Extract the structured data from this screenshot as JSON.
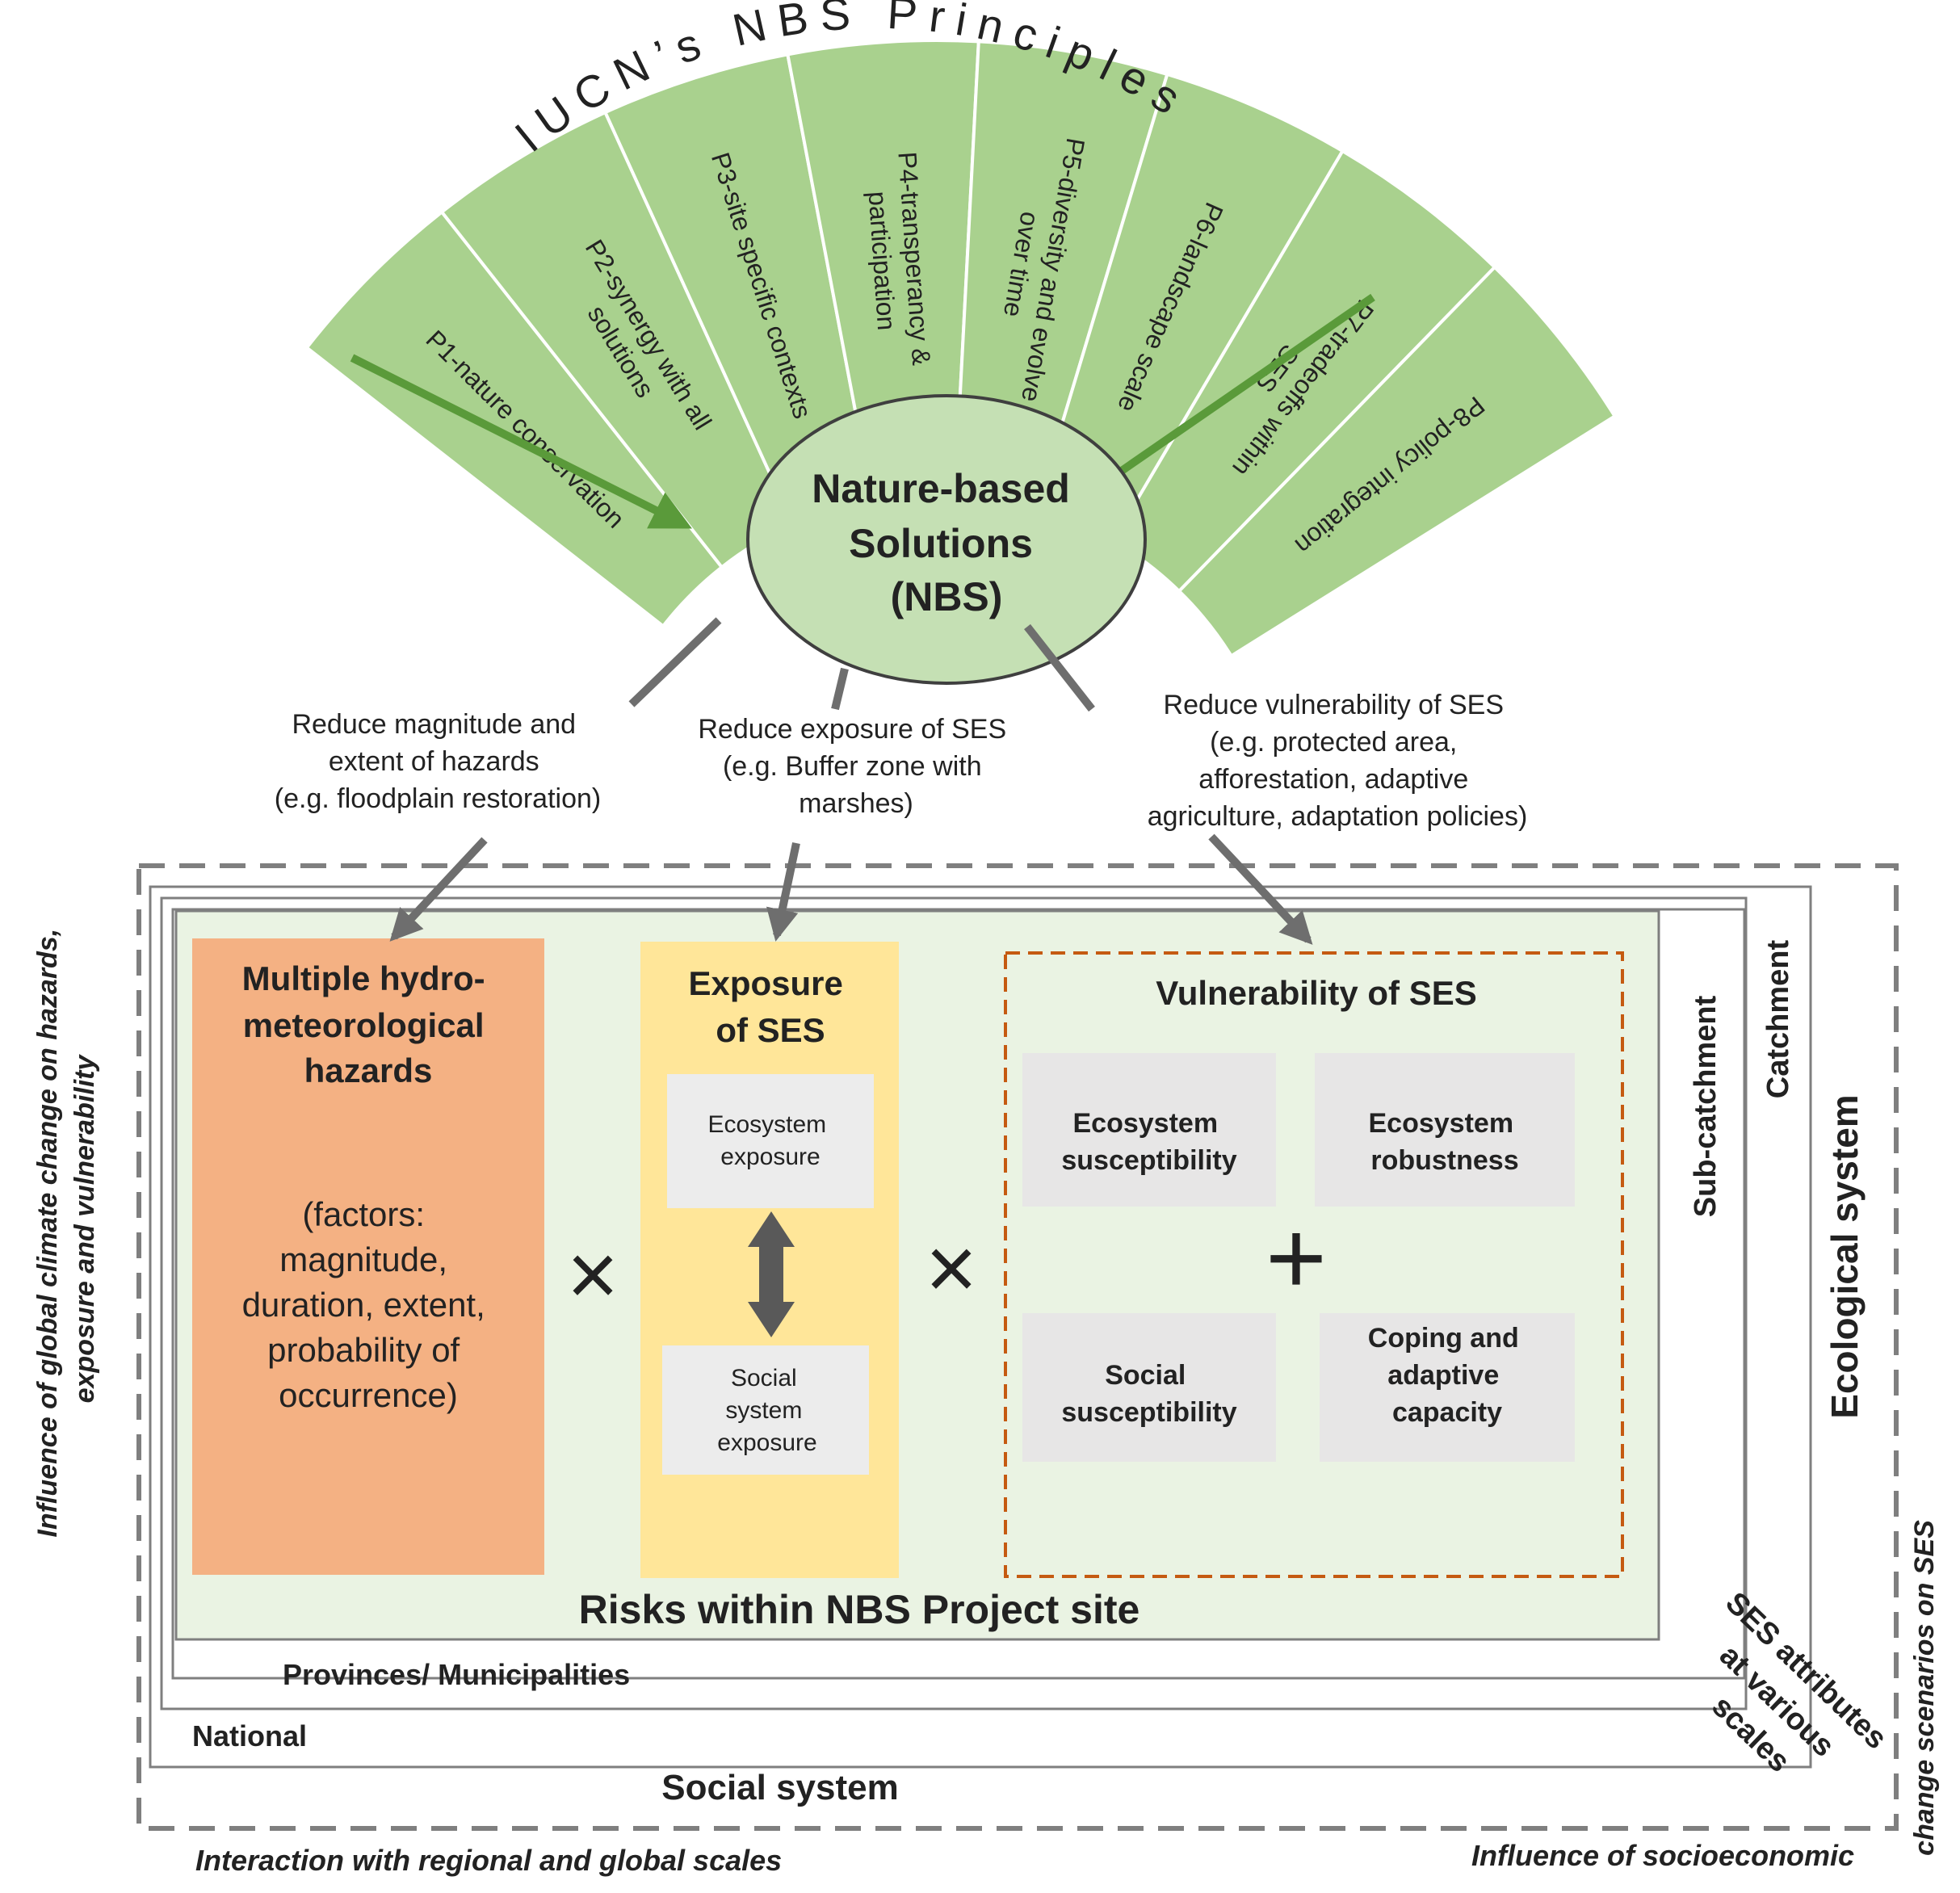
{
  "principles_title": "IUCN’s NBS Principles",
  "principles": [
    [
      "P1-nature conservation"
    ],
    [
      "P2-synergy with all",
      "solutions"
    ],
    [
      "P3-site specific contexts"
    ],
    [
      "P4-transperancy &",
      "participation"
    ],
    [
      "P5-diversity and evolve",
      "over time"
    ],
    [
      "P6-landscape scale"
    ],
    [
      "P7-tradeoffs within",
      "SES"
    ],
    [
      "P8-policy integration"
    ]
  ],
  "nbs": [
    "Nature-based",
    "Solutions",
    "(NBS)"
  ],
  "reduce_hazards": [
    "Reduce magnitude and",
    "extent of hazards",
    "(e.g. floodplain restoration)"
  ],
  "reduce_exposure": [
    "Reduce exposure of SES",
    "(e.g. Buffer zone with",
    "marshes)"
  ],
  "reduce_vulnerability": [
    "Reduce vulnerability of SES",
    "(e.g. protected area,",
    "afforestation, adaptive",
    "agriculture, adaptation policies)"
  ],
  "hazards_title": [
    "Multiple hydro-",
    "meteorological",
    "hazards"
  ],
  "hazards_factors": [
    "(factors:",
    "magnitude,",
    "duration, extent,",
    "probability of",
    "occurrence)"
  ],
  "exposure_title": [
    "Exposure",
    "of SES"
  ],
  "ecosystem_exposure": [
    "Ecosystem",
    "exposure"
  ],
  "social_exposure": [
    "Social",
    "system",
    "exposure"
  ],
  "vulnerability_title": "Vulnerability of SES",
  "ecosystem_susceptibility": [
    "Ecosystem",
    "susceptibility"
  ],
  "ecosystem_robustness": [
    "Ecosystem",
    "robustness"
  ],
  "social_susceptibility": [
    "Social",
    "susceptibility"
  ],
  "coping_capacity": [
    "Coping and",
    "adaptive",
    "capacity"
  ],
  "times_symbol": "×",
  "plus_symbol": "+",
  "risks_label": "Risks within NBS Project site",
  "provinces_label": "Provinces/ Municipalities",
  "national_label": "National",
  "social_system_label": "Social system",
  "sub_catchment_label": "Sub-catchment",
  "catchment_label": "Catchment",
  "ecological_system_label": "Ecological system",
  "ses_attributes": [
    "SES attributes",
    "at various",
    "scales"
  ],
  "left_influence": [
    "Influence of global climate change on hazards,",
    "exposure and vulnerability"
  ],
  "bottom_left": "Interaction with regional and global scales",
  "bottom_right": "Influence of socioeconomic",
  "right_vertical": "change scenarios on SES",
  "colors": {
    "fan_green": "#a9d18e",
    "fan_dark": "#5a9a3a",
    "nbs_fill": "#c5e0b4",
    "hazard_orange": "#f4b183",
    "exposure_yellow": "#ffe699",
    "site_bg": "#eaf3e3",
    "grey_box": "#e7e6e6",
    "vul_border": "#c55a11",
    "arrow_grey": "#6e6e6e"
  }
}
